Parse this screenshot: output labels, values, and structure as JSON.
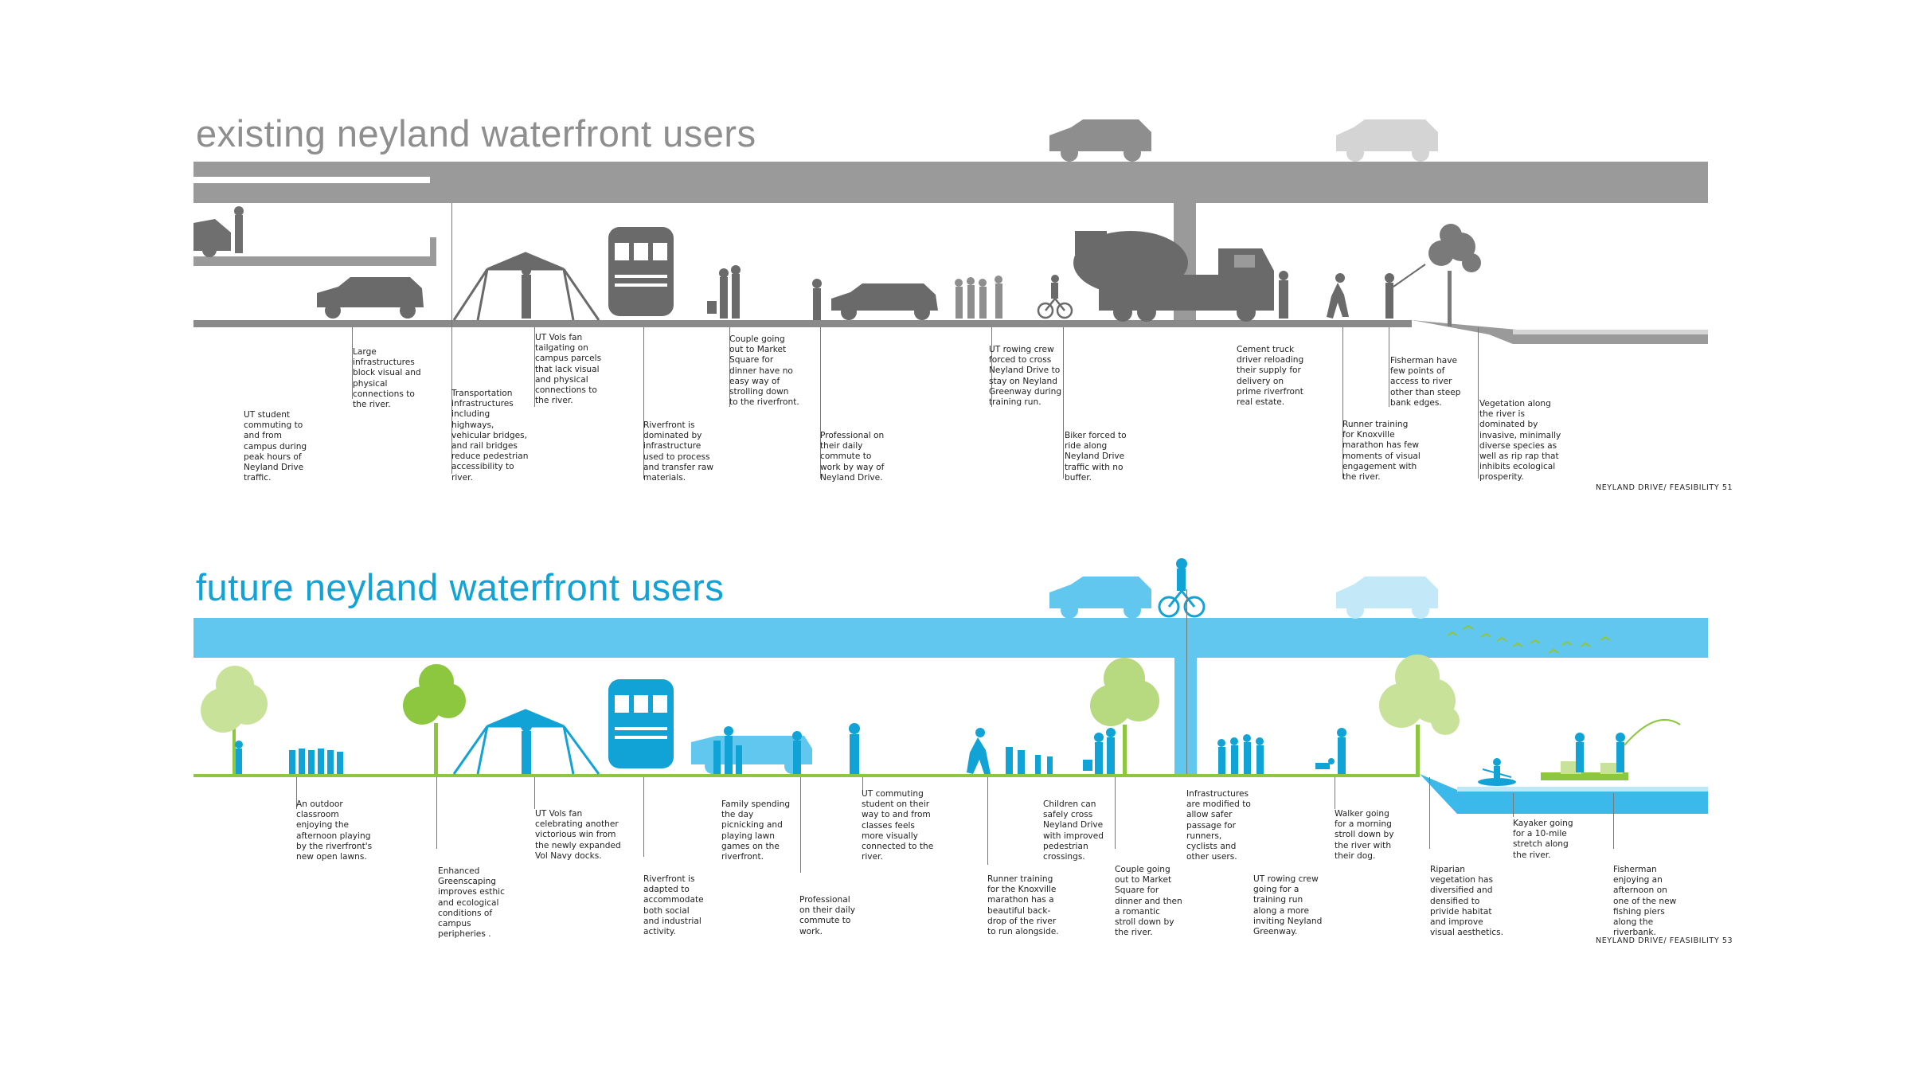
{
  "colors": {
    "existing": "#8e8e8e",
    "existing_light": "#d7d7d7",
    "future": "#12a3d6",
    "future_light": "#aee0f4",
    "green": "#8dc63f",
    "green_light": "#c9e29a"
  },
  "existing": {
    "title": "existing neyland waterfront users",
    "footer": "NEYLAND DRIVE/ FEASIBILITY  51",
    "callouts": [
      {
        "text": "UT student\ncommuting to\nand from\ncampus during\npeak hours of\nNeyland Drive\ntraffic."
      },
      {
        "text": "Large\ninfrastructures\nblock visual and\nphysical\nconnections to\nthe river."
      },
      {
        "text": "Transportation\ninfrastructures\nincluding\nhighways,\nvehicular bridges,\nand rail bridges\nreduce pedestrian\naccessibility to\nriver."
      },
      {
        "text": "UT Vols fan\ntailgating on\ncampus parcels\nthat lack visual\nand physical\nconnections to\nthe river."
      },
      {
        "text": "Riverfront is\ndominated by\ninfrastructure\nused to process\nand transfer raw\nmaterials."
      },
      {
        "text": "Couple going\nout to Market\nSquare for\ndinner have no\neasy way of\nstrolling down\nto the riverfront."
      },
      {
        "text": "Professional on\ntheir daily\ncommute to\nwork by way of\nNeyland Drive."
      },
      {
        "text": "UT rowing crew\nforced to cross\nNeyland Drive to\nstay on Neyland\nGreenway during\ntraining run."
      },
      {
        "text": "Biker forced to\nride along\nNeyland Drive\ntraffic with no\nbuffer."
      },
      {
        "text": "Cement truck\ndriver reloading\ntheir supply for\ndelivery on\nprime riverfront\nreal estate."
      },
      {
        "text": "Runner training\nfor Knoxville\nmarathon has few\nmoments of visual\nengagement with\nthe river."
      },
      {
        "text": "Fisherman have\nfew points of\naccess to river\nother than steep\nbank edges."
      },
      {
        "text": "Vegetation along\nthe river is\ndominated by\ninvasive, minimally\ndiverse species as\nwell as rip rap that\ninhibits ecological\nprosperity."
      }
    ]
  },
  "future": {
    "title": "future neyland waterfront users",
    "footer": "NEYLAND DRIVE/ FEASIBILITY  53",
    "callouts": [
      {
        "text": "An outdoor\nclassroom\nenjoying the\nafternoon playing\nby the riverfront's\nnew open lawns."
      },
      {
        "text": "Enhanced\nGreenscaping\nimproves esthic\nand ecological\nconditions of\ncampus\nperipheries ."
      },
      {
        "text": "UT Vols fan\ncelebrating another\nvictorious win from\nthe newly expanded\nVol Navy docks."
      },
      {
        "text": "Riverfront is\nadapted to\naccommodate\nboth social\nand industrial\nactivity."
      },
      {
        "text": "Family spending\nthe day\npicnicking and\nplaying lawn\ngames on the\nriverfront."
      },
      {
        "text": "Professional\non their daily\ncommute to\nwork."
      },
      {
        "text": "UT commuting\nstudent on their\nway to and from\nclasses feels\nmore visually\nconnected to the\nriver."
      },
      {
        "text": "Runner training\nfor the Knoxville\nmarathon has a\nbeautiful back-\ndrop of the river\nto run alongside."
      },
      {
        "text": "Children can\nsafely cross\nNeyland Drive\nwith improved\npedestrian\ncrossings."
      },
      {
        "text": "Couple going\nout to Market\nSquare for\ndinner and then\na romantic\nstroll down by\nthe river."
      },
      {
        "text": "Infrastructures\nare modified to\nallow safer\npassage for\nrunners,\ncyclists and\nother users."
      },
      {
        "text": "UT rowing crew\ngoing for a\ntraining run\nalong a more\ninviting Neyland\nGreenway."
      },
      {
        "text": "Walker going\nfor a morning\nstroll down by\nthe river with\ntheir dog."
      },
      {
        "text": "Riparian\nvegetation has\ndiversified and\ndensified to\nprivide habitat\nand improve\nvisual aesthetics."
      },
      {
        "text": "Kayaker going\nfor a 10-mile\nstretch along\nthe river."
      },
      {
        "text": "Fisherman\nenjoying an\nafternoon on\none of the new\nfishing piers\nalong the\nriverbank."
      }
    ]
  }
}
